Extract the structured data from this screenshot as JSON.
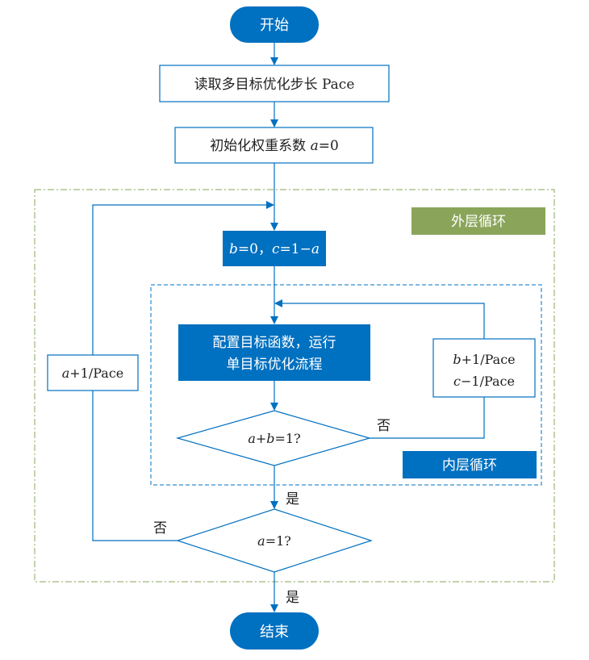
{
  "colors": {
    "blue": "#0070c0",
    "green": "#8aa55a",
    "line": "#0070c0",
    "outer_border": "#8aa55a",
    "inner_border": "#0070c0"
  },
  "nodes": {
    "start": "开始",
    "read_step": "读取多目标优化步长 Pace",
    "init_a_prefix": "初始化权重系数 ",
    "init_a_var": "a",
    "init_a_suffix": "=0",
    "init_bc": {
      "b": "b",
      "b_eq": "=0，",
      "c": "c",
      "c_eq": "=1−",
      "a": "a"
    },
    "configure_line1": "配置目标函数，运行",
    "configure_line2": "单目标优化流程",
    "decision_ab": {
      "a": "a",
      "plus": "+",
      "b": "b",
      "rest": "=1?"
    },
    "decision_a": {
      "a": "a",
      "rest": "=1?"
    },
    "update_bc": {
      "b": "b",
      "b_rest": "+1/Pace",
      "c": "c",
      "c_rest": "−1/Pace"
    },
    "update_a": {
      "a": "a",
      "rest": "+1/Pace"
    },
    "end": "结束"
  },
  "labels": {
    "outer_loop": "外层循环",
    "inner_loop": "内层循环",
    "no_inner": "否",
    "yes_inner": "是",
    "no_outer": "否",
    "yes_outer": "是"
  }
}
